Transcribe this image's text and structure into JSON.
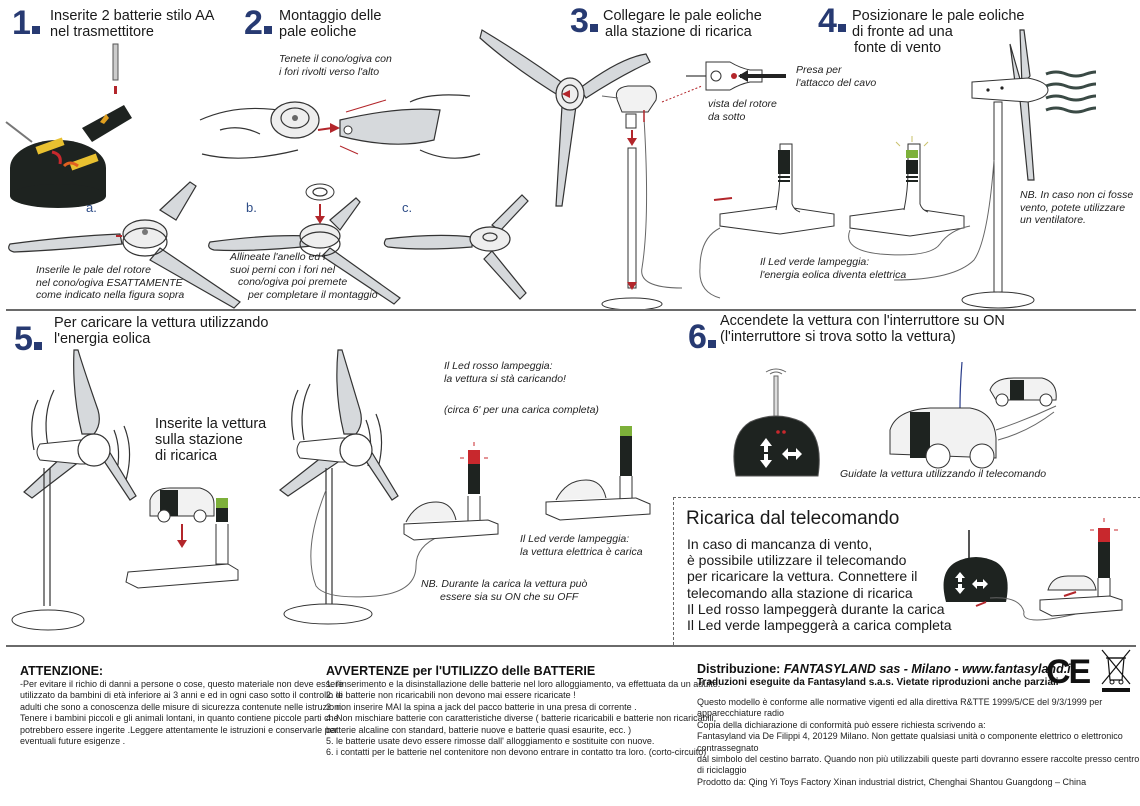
{
  "steps": [
    {
      "number": "1",
      "title_lines": [
        "Inserite 2 batterie stilo AA",
        "nel trasmettitore"
      ]
    },
    {
      "number": "2",
      "title_lines": [
        "Montaggio delle",
        "pale eoliche"
      ],
      "note": [
        "Tenete il cono/ogiva con",
        "i fori rivolti verso l'alto"
      ],
      "substeps": [
        "a.",
        "b.",
        "c."
      ],
      "note_a": [
        "Inserile le pale del rotore",
        "nel cono/ogiva ESATTAMENTE",
        "come indicato nella figura sopra"
      ],
      "note_b": [
        "Allineate l'anello ed i",
        "suoi perni con i fori nel",
        "cono/ogiva poi premete",
        "per completare il montaggio"
      ]
    },
    {
      "number": "3",
      "title_lines": [
        "Collegare le pale eoliche",
        "alla stazione di ricarica"
      ],
      "note_socket": [
        "Presa per",
        "l'attacco del cavo"
      ],
      "note_view": [
        "vista del rotore",
        "da sotto"
      ]
    },
    {
      "number": "4",
      "title_lines": [
        "Posizionare le pale eoliche",
        "di fronte ad una",
        "fonte di vento"
      ],
      "note_led": [
        "Il Led verde lampeggia:",
        "l'energia eolica diventa elettrica"
      ],
      "note_fan": [
        "NB. In caso non ci fosse",
        "vento, potete utilizzare",
        "un ventilatore."
      ]
    },
    {
      "number": "5",
      "title_lines": [
        "Per caricare la vettura utilizzando",
        "l'energia eolica"
      ],
      "insert_text": [
        "Inserite la vettura",
        "sulla stazione",
        "di ricarica"
      ],
      "note_red": [
        "Il Led rosso lampeggia:",
        "la vettura si stà caricando!"
      ],
      "note_time": "(circa 6' per una carica completa)",
      "note_green": [
        "Il Led verde lampeggia:",
        "la vettura elettrica è carica"
      ],
      "note_onoff": [
        "NB. Durante la carica la vettura può",
        "essere sia su ON che su OFF"
      ]
    },
    {
      "number": "6",
      "title_lines": [
        "Accendete la vettura con l'interruttore su ON",
        "(l'interruttore si trova sotto la vettura)"
      ],
      "note_drive": "Guidate la vettura utilizzando il telecomando"
    }
  ],
  "remote_charge": {
    "title": "Ricarica dal telecomando",
    "lines": [
      "In caso di mancanza di vento,",
      "è possibile utilizzare il telecomando",
      "per ricaricare la vettura. Connettere il",
      "telecomando alla stazione di ricarica",
      "Il Led rosso lampeggerà durante la carica",
      "Il Led verde lampeggerà a carica completa"
    ]
  },
  "footer": {
    "attention": {
      "title": "ATTENZIONE:",
      "lines": [
        "-Per evitare il richio di danni a persone o cose, questo materiale non deve essere",
        "utilizzato da bambini di età inferiore ai 3 anni e ed in ogni caso sotto il controllo di",
        "adulti che sono a conoscenza delle misure di sicurezza contenute nelle istruzioni.",
        "Tenere i bambini piccoli e gli animali lontani, in quanto contiene piccole parti che",
        "potrebbero essere ingerite .Leggere attentamente le istruzioni e conservarle per",
        "eventuali future esigenze ."
      ]
    },
    "batteries": {
      "title": "AVVERTENZE per l'UTILIZZO delle BATTERIE",
      "lines": [
        "1.  l'inserimento e la disinstallazione delle batterie nel loro alloggiamento, va effettuata da un adulto.",
        "2.  le batterie non ricaricabili non devono mai essere ricaricate !",
        "3.  non inserire MAI la spina a jack del pacco batterie in una presa di corrente .",
        "4.  Non mischiare batterie con caratteristiche diverse ( batterie ricaricabili e batterie non ricaricabili,",
        "batterie alcaline con standard, batterie nuove e batterie quasi esaurite, ecc. )",
        "5. le batterie usate devo essere rimosse dall' alloggiamento e sostituite con nuove.",
        "6. i contatti per le batterie nel contenitore non devono entrare in contatto tra loro. (corto-circuito)"
      ]
    },
    "distribution": {
      "prefix": "Distribuzione: ",
      "company": "FANTASYLAND sas - Milano - www.fantasyland.it",
      "translations": "Traduzioni eseguite da Fantasyland s.a.s. Vietate riproduzioni anche parziali",
      "ce_mark": "CE",
      "lines": [
        "Questo modello è conforme alle normative vigenti ed alla direttiva R&TTE 1999/5/CE del 9/3/1999 per apparecchiature radio",
        "Copia della dichiarazione di conformità può essere richiesta scrivendo a:",
        "Fantasyland via De Filippi 4, 20129 Milano. Non gettate qualsiasi unità o componente elettrico o elettronico contrassegnato",
        "dal simbolo del cestino barrato. Quando non più utilizzabili queste parti dovranno essere raccolte presso centro di riciclaggio",
        "Prodotto da: Qing Yi Toys Factory Xinan industrial district, Chenghai Shantou Guangdong – China"
      ]
    }
  },
  "colors": {
    "step_number": "#273a72",
    "arrow_red": "#b3262b",
    "led_green": "#7db03a",
    "led_red": "#c8282d",
    "wind_lines": "#3a4a45"
  }
}
